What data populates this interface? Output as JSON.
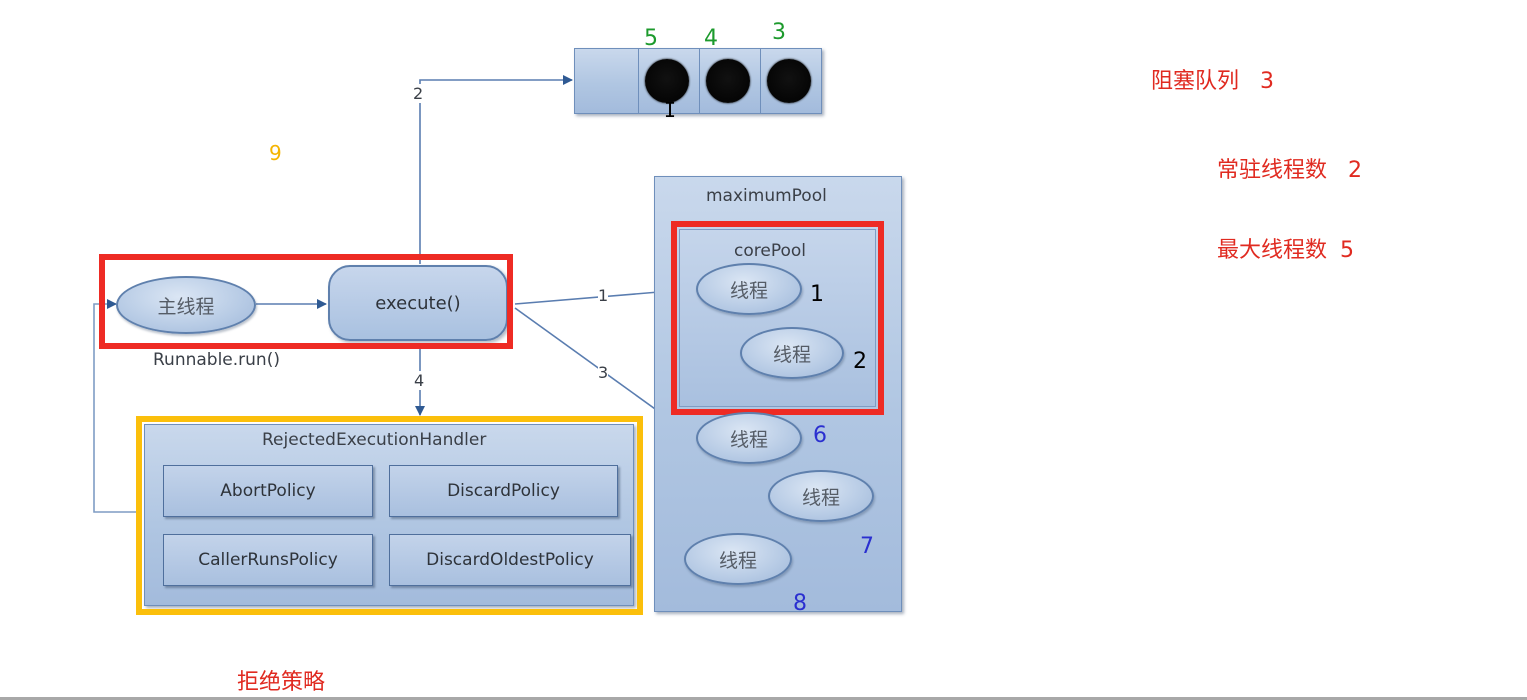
{
  "diagram": {
    "main_thread": {
      "label": "主线程"
    },
    "execute": {
      "label": "execute()"
    },
    "runnable_label": "Runnable.run()",
    "edges": {
      "to_core": "1",
      "to_queue": "2",
      "to_max": "3",
      "to_reject": "4"
    },
    "queue": {
      "slot_numbers": [
        "5",
        "4",
        "3"
      ]
    },
    "maximum_pool": {
      "title": "maximumPool",
      "core_pool": {
        "title": "corePool",
        "threads": [
          {
            "label": "线程",
            "number": "1"
          },
          {
            "label": "线程",
            "number": "2"
          }
        ]
      },
      "extra_threads": [
        {
          "label": "线程",
          "number": "6"
        },
        {
          "label": "线程",
          "number": "7"
        },
        {
          "label": "线程",
          "number": "8"
        }
      ]
    },
    "rejected_handler": {
      "title": "RejectedExecutionHandler",
      "policies": [
        "AbortPolicy",
        "DiscardPolicy",
        "CallerRunsPolicy",
        "DiscardOldestPolicy"
      ]
    },
    "annotation_nine": "9"
  },
  "notes": {
    "blocking_queue": "阻塞队列",
    "blocking_queue_value": "3",
    "core_threads": "常驻线程数",
    "core_threads_value": "2",
    "max_threads": "最大线程数",
    "max_threads_value": "5",
    "reject_policy": "拒绝策略"
  },
  "colors": {
    "highlight_red": "#ee2b24",
    "highlight_yellow": "#fbbf0b",
    "queue_numbers": "#1c9a2c",
    "extra_numbers": "#2a2fd0",
    "core_numbers": "#000000",
    "note_red": "#e02a20",
    "nine": "#f5b400"
  }
}
